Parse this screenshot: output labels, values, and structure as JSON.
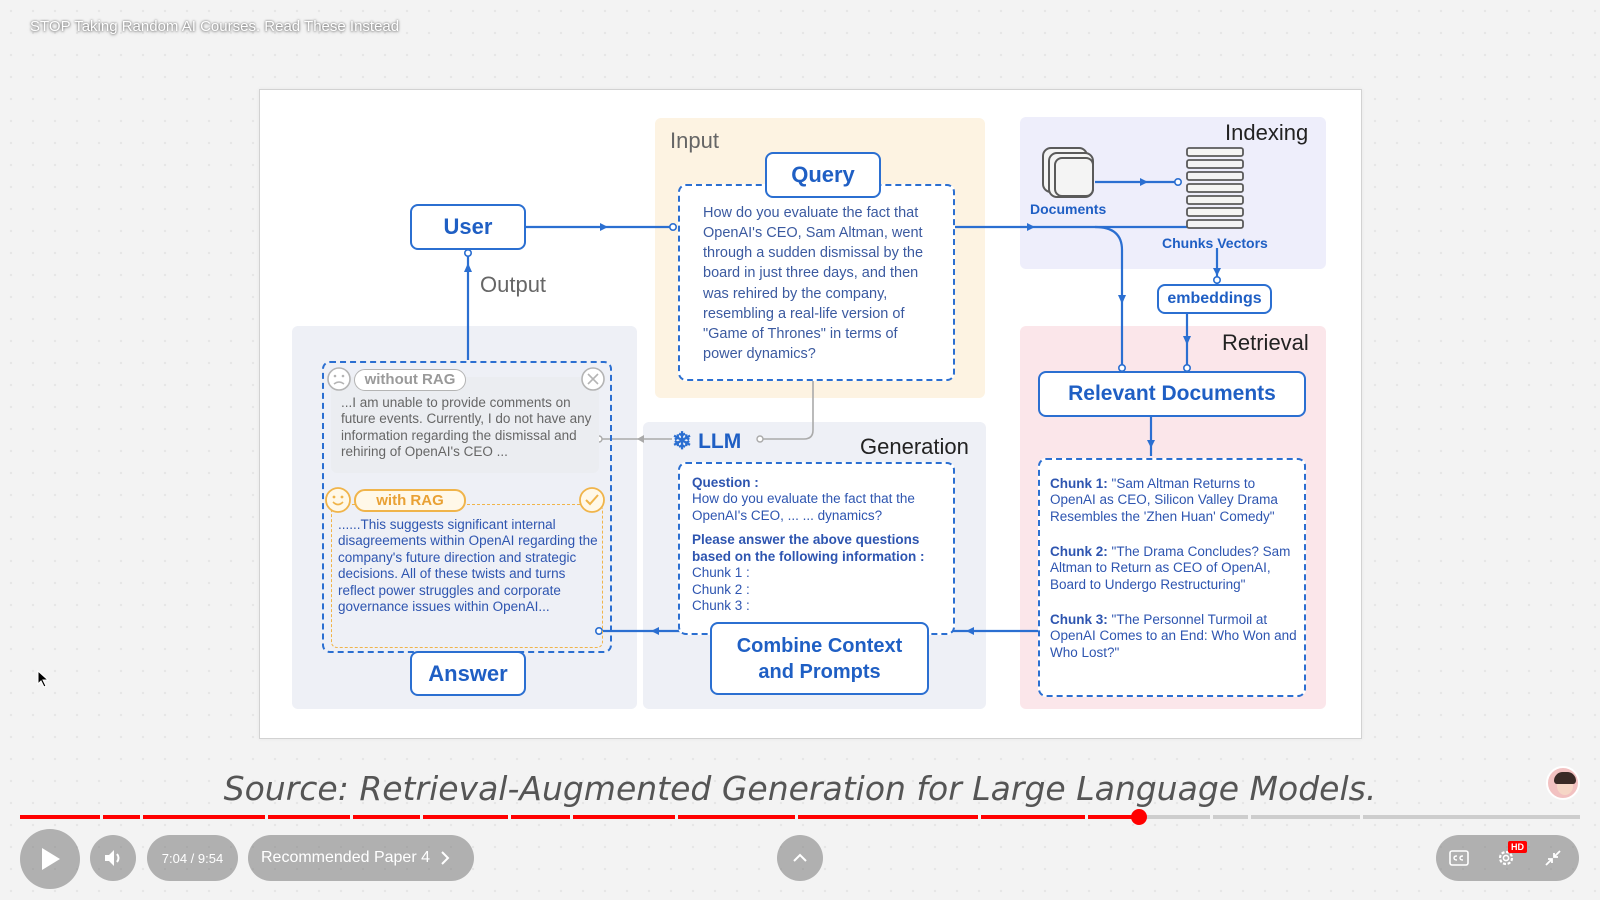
{
  "video": {
    "title": "STOP Taking Random AI Courses. Read These Instead",
    "caption": "Source: Retrieval-Augmented Generation for Large Language Models.",
    "time": "7:04 / 9:54",
    "chapter": "Recommended Paper 4",
    "progress_fraction": 0.717,
    "hd_badge": "HD"
  },
  "diagram": {
    "labels": {
      "input": "Input",
      "output": "Output",
      "indexing": "Indexing",
      "retrieval": "Retrieval",
      "generation": "Generation"
    },
    "nodes": {
      "user": "User",
      "query": "Query",
      "answer": "Answer",
      "relevant_documents": "Relevant Documents",
      "combine_line1": "Combine Context",
      "combine_line2": "and Prompts",
      "embeddings": "embeddings",
      "llm": "LLM",
      "documents": "Documents",
      "chunks_vectors": "Chunks Vectors"
    },
    "query_text": "How do you evaluate the fact that OpenAI's CEO, Sam Altman, went through a sudden dismissal by the board in just three days, and then was rehired by the company, resembling a real-life version of \"Game of Thrones\" in terms of power dynamics?",
    "generation": {
      "question_label": "Question :",
      "question_text": "How do you evaluate the fact that the OpenAI's CEO, ... ... dynamics?",
      "instruction": "Please answer the above questions based on the following information :",
      "chunk1": "Chunk 1 :",
      "chunk2": "Chunk 2 :",
      "chunk3": "Chunk 3 :"
    },
    "chunks": [
      {
        "label": "Chunk 1:",
        "text": "\"Sam Altman Returns to OpenAI as CEO, Silicon Valley Drama Resembles the 'Zhen Huan' Comedy\""
      },
      {
        "label": "Chunk 2:",
        "text": "\"The Drama Concludes? Sam Altman to Return as CEO of OpenAI, Board to Undergo Restructuring\""
      },
      {
        "label": "Chunk 3:",
        "text": "\"The Personnel Turmoil at OpenAI Comes to an End: Who Won and Who Lost?\""
      }
    ],
    "without_rag": {
      "label": "without RAG",
      "text": "...I am unable to provide comments on future events. Currently, I do not have any information regarding the dismissal and rehiring of OpenAI's CEO ..."
    },
    "with_rag": {
      "label": "with RAG",
      "text": "......This suggests significant internal disagreements within OpenAI regarding the company's future direction and strategic decisions. All of these twists and turns reflect power struggles and corporate governance issues within OpenAI..."
    }
  },
  "icons": {
    "play": "play-icon",
    "volume": "volume-icon",
    "chevron": "chevron-right-icon",
    "up": "chevron-up-icon",
    "cc": "closed-captions-icon",
    "settings": "gear-icon",
    "exit_fullscreen": "exit-fullscreen-icon"
  },
  "colors": {
    "accent_blue": "#2b6fd1",
    "progress_red": "#ff0000",
    "rag_orange": "#f0b44a"
  }
}
